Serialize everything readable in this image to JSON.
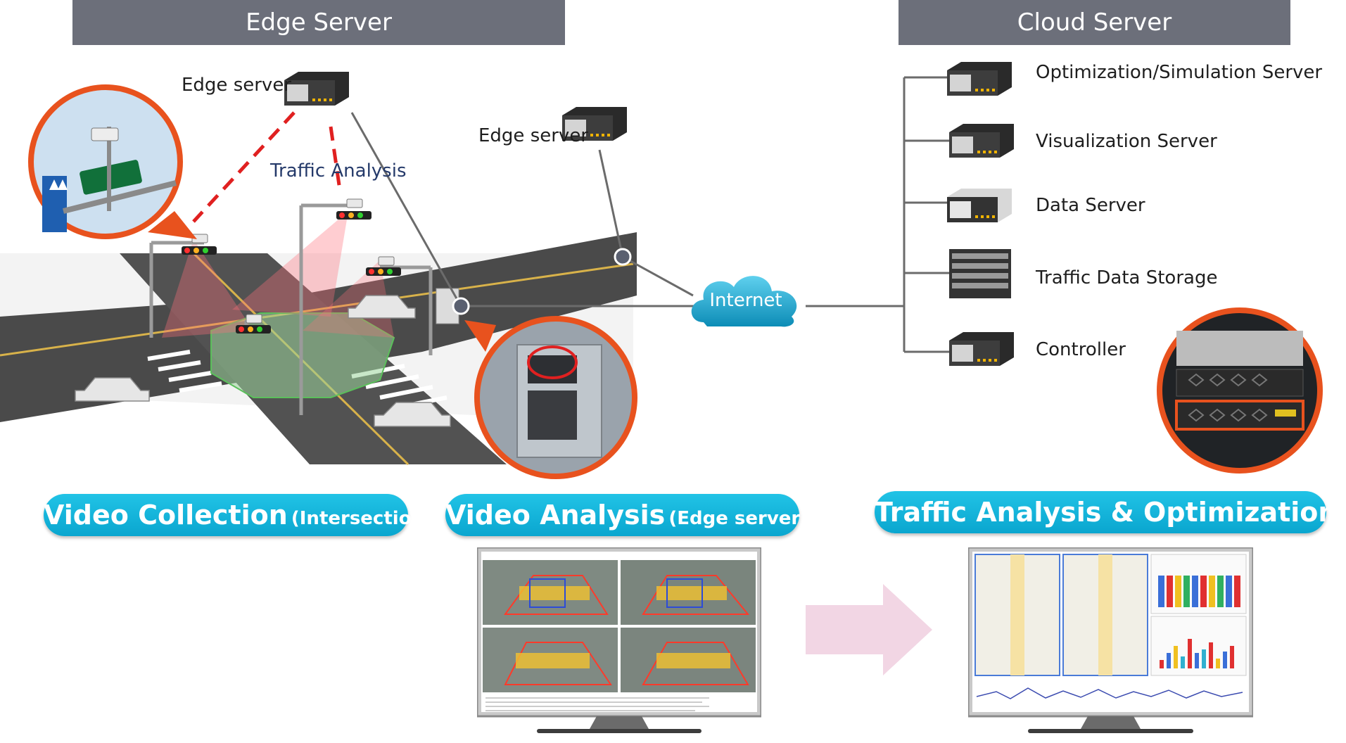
{
  "headers": {
    "edge": "Edge Server",
    "cloud": "Cloud Server"
  },
  "edge_labels": {
    "server1": "Edge server",
    "server2": "Edge server",
    "analysis": "Traffic Analysis"
  },
  "internet": "Internet",
  "cloud_servers": [
    "Optimization/Simulation Server",
    "Visualization Server",
    "Data Server",
    "Traffic Data Storage",
    "Controller"
  ],
  "stages": {
    "video_collection": {
      "main": "Video Collection",
      "sub": "(Intersection)"
    },
    "video_analysis": {
      "main": "Video Analysis",
      "sub": "(Edge server)"
    },
    "traffic_optimization": {
      "main": "Traffic Analysis & Optimization"
    }
  },
  "colors": {
    "header": "#6c6f7a",
    "pill": "#11b3db",
    "red_dash": "#e02020",
    "orange_ring": "#e8521e",
    "arrow": "#f2d6e4"
  },
  "icons": [
    "server-icon",
    "cloud-icon",
    "traffic-light-icon",
    "camera-icon",
    "car-icon",
    "monitor-icon",
    "arrow-right-icon"
  ]
}
